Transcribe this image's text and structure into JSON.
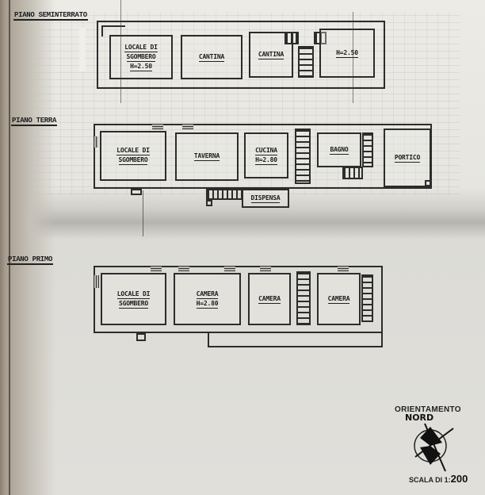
{
  "document": {
    "type": "architectural floor plan (photographed)",
    "floors": [
      {
        "label": "PIANO SEMINTERRATO",
        "rooms": [
          {
            "name": "LOCALE DI SGOMBERO",
            "line1": "LOCALE DI",
            "line2": "SGOMBERO",
            "line3": "H=2.50"
          },
          {
            "name": "CANTINA",
            "line1": "CANTINA"
          },
          {
            "name": "CANTINA",
            "line1": "CANTINA"
          },
          {
            "name": "H=2.50",
            "line1": "H=2.50"
          }
        ]
      },
      {
        "label": "PIANO TERRA",
        "rooms": [
          {
            "name": "LOCALE DI SGOMBERO",
            "line1": "LOCALE DI",
            "line2": "SGOMBERO"
          },
          {
            "name": "TAVERNA",
            "line1": "TAVERNA"
          },
          {
            "name": "CUCINA",
            "line1": "CUCINA",
            "line2": "H=2.80"
          },
          {
            "name": "BAGNO",
            "line1": "BAGNO"
          },
          {
            "name": "PORTICO",
            "line1": "PORTICO"
          },
          {
            "name": "DISPENSA",
            "line1": "DISPENSA"
          }
        ]
      },
      {
        "label": "PIANO PRIMO",
        "rooms": [
          {
            "name": "LOCALE DI SGOMBERO",
            "line1": "LOCALE DI",
            "line2": "SGOMBERO"
          },
          {
            "name": "CAMERA",
            "line1": "CAMERA",
            "line2": "H=2.80"
          },
          {
            "name": "CAMERA",
            "line1": "CAMERA"
          },
          {
            "name": "CAMERA",
            "line1": "CAMERA"
          }
        ]
      }
    ],
    "legend": {
      "orientation_label": "ORIENTAMENTO",
      "north_label": "NORD",
      "scale_prefix": "SCALA DI 1:",
      "scale_value": "200"
    }
  }
}
